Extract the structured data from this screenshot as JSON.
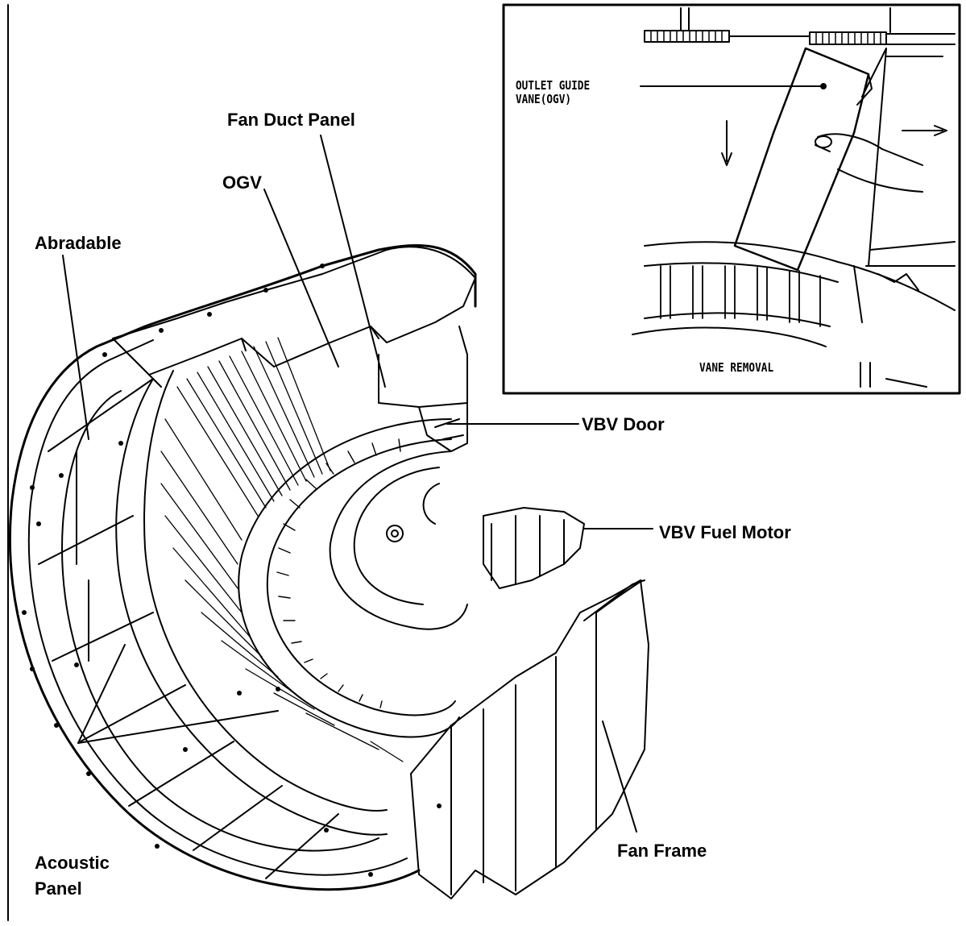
{
  "labels": {
    "fan_duct_panel": "Fan Duct Panel",
    "ogv": "OGV",
    "abradable": "Abradable",
    "vbv_door": "VBV Door",
    "vbv_fuel_motor": "VBV Fuel Motor",
    "fan_frame": "Fan Frame",
    "acoustic_panel_line1": "Acoustic",
    "acoustic_panel_line2": "Panel"
  },
  "inset": {
    "ogv_line1": "OUTLET GUIDE",
    "ogv_line2": "VANE(OGV)",
    "caption": "VANE REMOVAL"
  }
}
